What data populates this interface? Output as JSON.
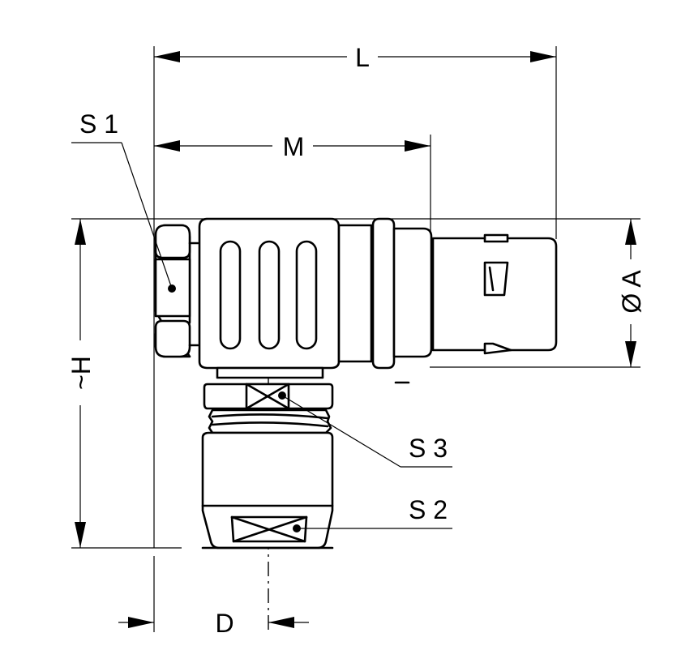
{
  "dimensions": {
    "length": "L",
    "mating_length": "M",
    "diameter": "Ø A",
    "height": "~H",
    "offset": "D"
  },
  "callouts": {
    "wrench_1": "S 1",
    "wrench_2": "S 2",
    "wrench_3": "S 3"
  }
}
